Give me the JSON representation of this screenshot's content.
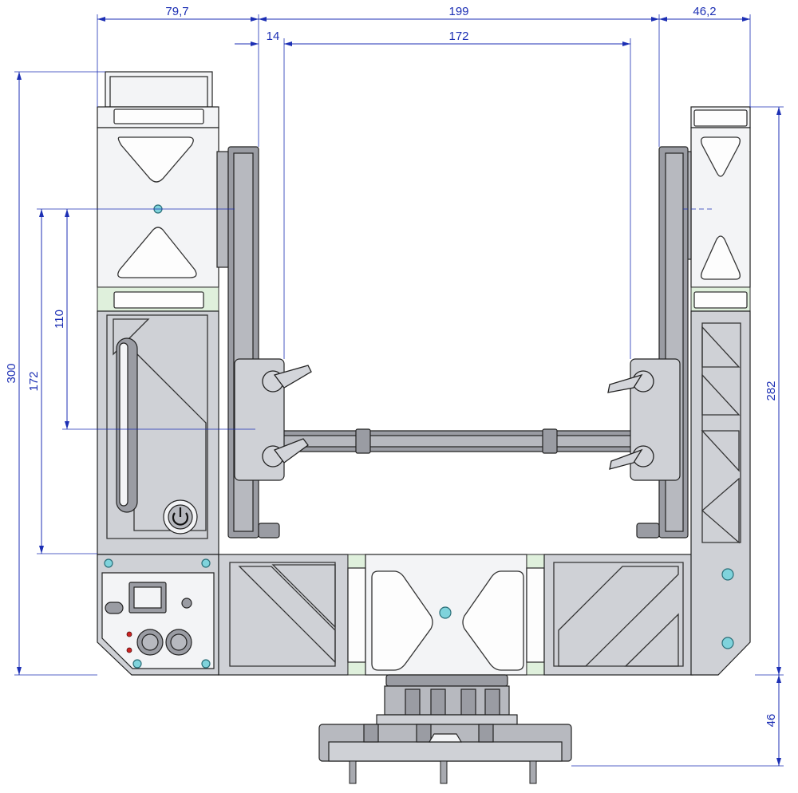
{
  "drawing": {
    "dimensions": {
      "top_left_width": "79,7",
      "top_middle_width": "199",
      "top_right_width": "46,2",
      "clamp_offset": "14",
      "inner_width": "172",
      "total_height": "300",
      "left_height": "172",
      "left_inner_height": "110",
      "right_height": "282",
      "base_height": "46"
    }
  },
  "colors": {
    "dimension": "#1c2fb4",
    "body": "#cfd1d6",
    "hole": "#7fd3dc"
  }
}
